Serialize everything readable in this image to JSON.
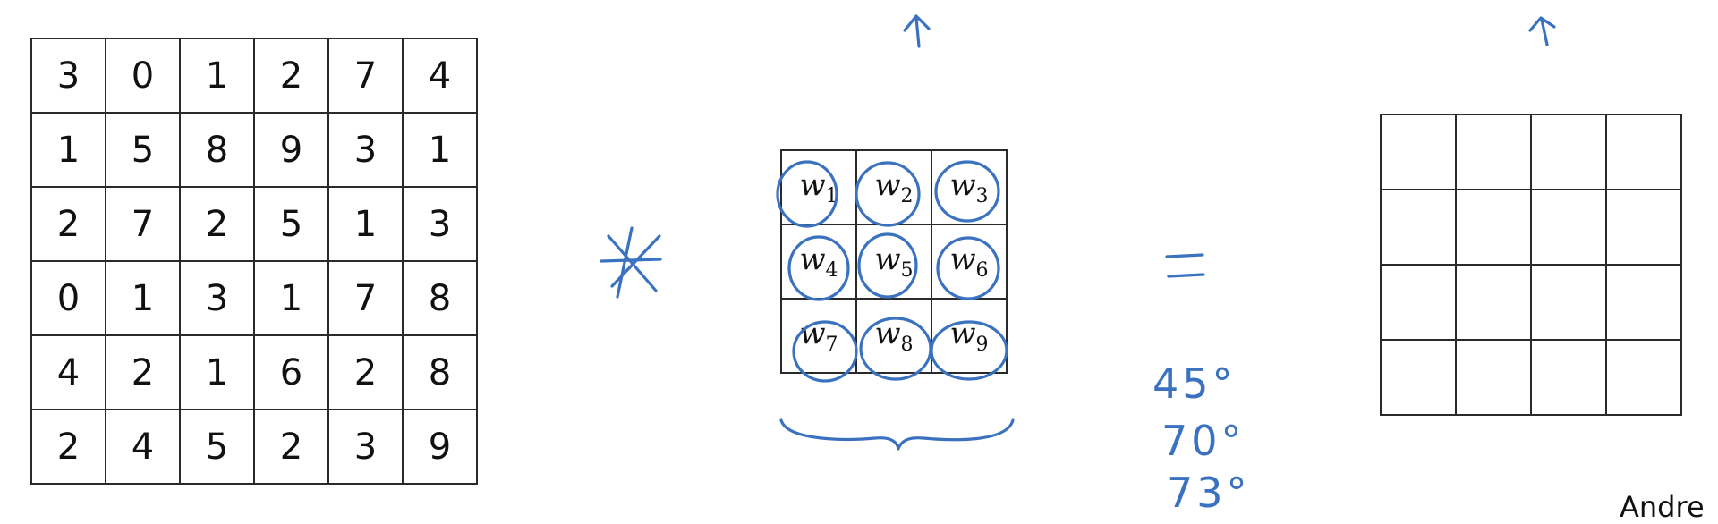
{
  "input_matrix": [
    [
      "3",
      "0",
      "1",
      "2",
      "7",
      "4"
    ],
    [
      "1",
      "5",
      "8",
      "9",
      "3",
      "1"
    ],
    [
      "2",
      "7",
      "2",
      "5",
      "1",
      "3"
    ],
    [
      "0",
      "1",
      "3",
      "1",
      "7",
      "8"
    ],
    [
      "4",
      "2",
      "1",
      "6",
      "2",
      "8"
    ],
    [
      "2",
      "4",
      "5",
      "2",
      "3",
      "9"
    ]
  ],
  "filter_matrix": [
    [
      {
        "w": "w",
        "i": "1"
      },
      {
        "w": "w",
        "i": "2"
      },
      {
        "w": "w",
        "i": "3"
      }
    ],
    [
      {
        "w": "w",
        "i": "4"
      },
      {
        "w": "w",
        "i": "5"
      },
      {
        "w": "w",
        "i": "6"
      }
    ],
    [
      {
        "w": "w",
        "i": "7"
      },
      {
        "w": "w",
        "i": "8"
      },
      {
        "w": "w",
        "i": "9"
      }
    ]
  ],
  "output_matrix": {
    "rows": 4,
    "cols": 4
  },
  "annotations": {
    "operator_convolve": "*",
    "operator_equals": "=",
    "angles": [
      "45°",
      "70°",
      "73°"
    ]
  },
  "credit": "Andre",
  "colors": {
    "ink": "#3b72c0",
    "grid": "#2a2a2a"
  }
}
